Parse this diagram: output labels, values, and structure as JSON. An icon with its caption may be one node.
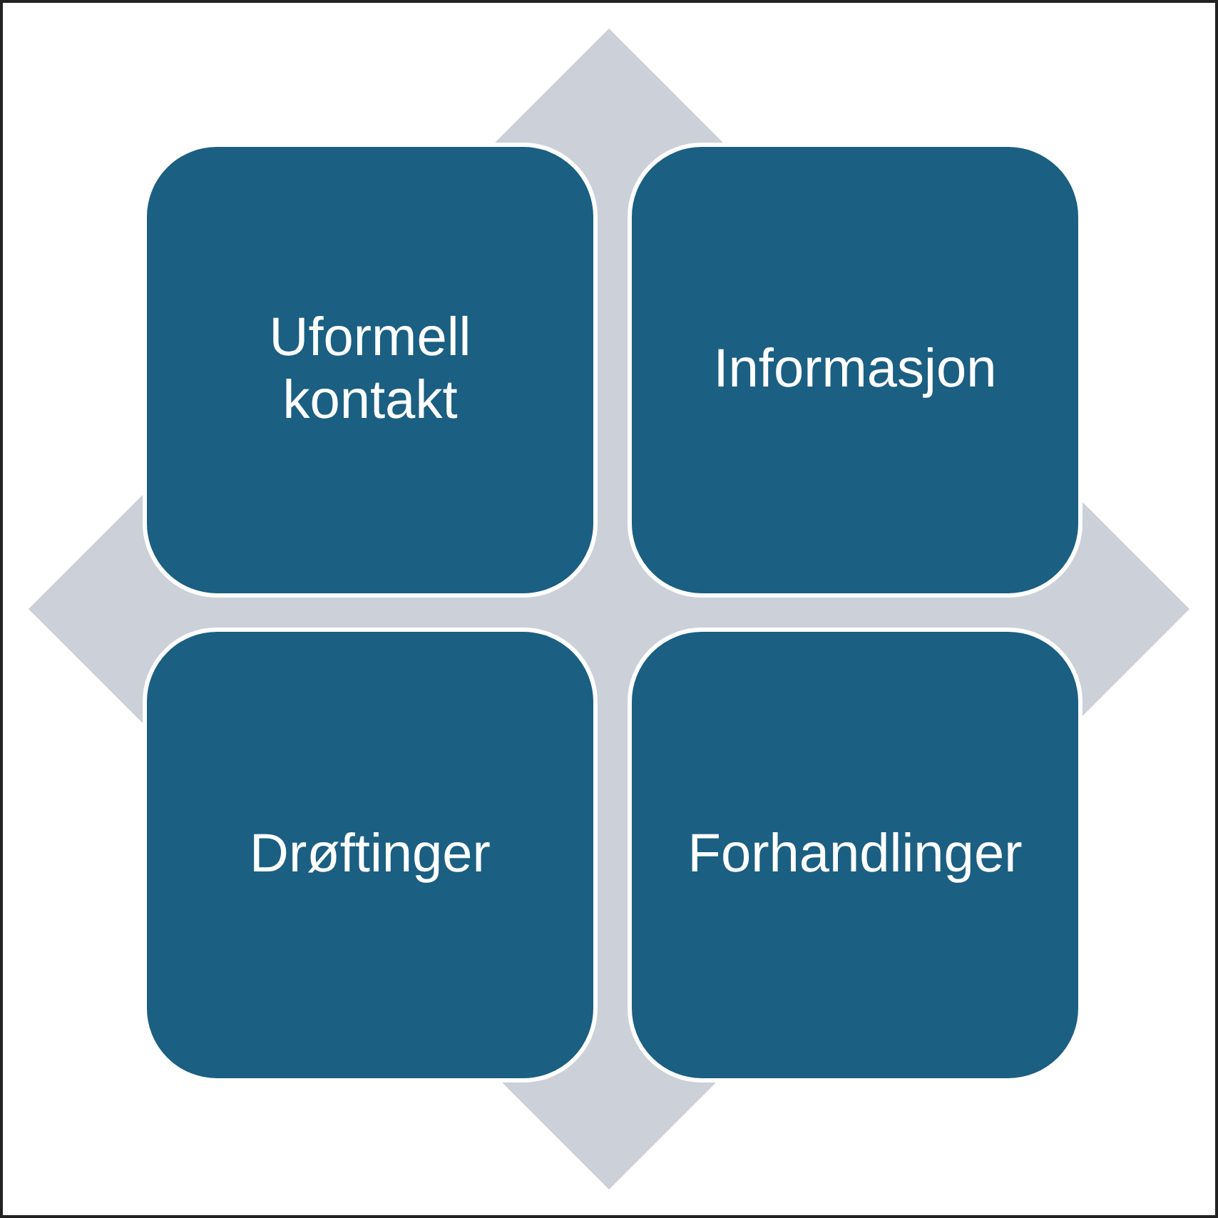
{
  "diagram": {
    "nodes": [
      {
        "text": [
          "Uformell kontakt"
        ]
      },
      {
        "text": [
          "Informasjon"
        ]
      },
      {
        "text": [
          "Drøftinger"
        ]
      },
      {
        "text": [
          "Forhandlinger"
        ]
      }
    ],
    "edges": []
  }
}
